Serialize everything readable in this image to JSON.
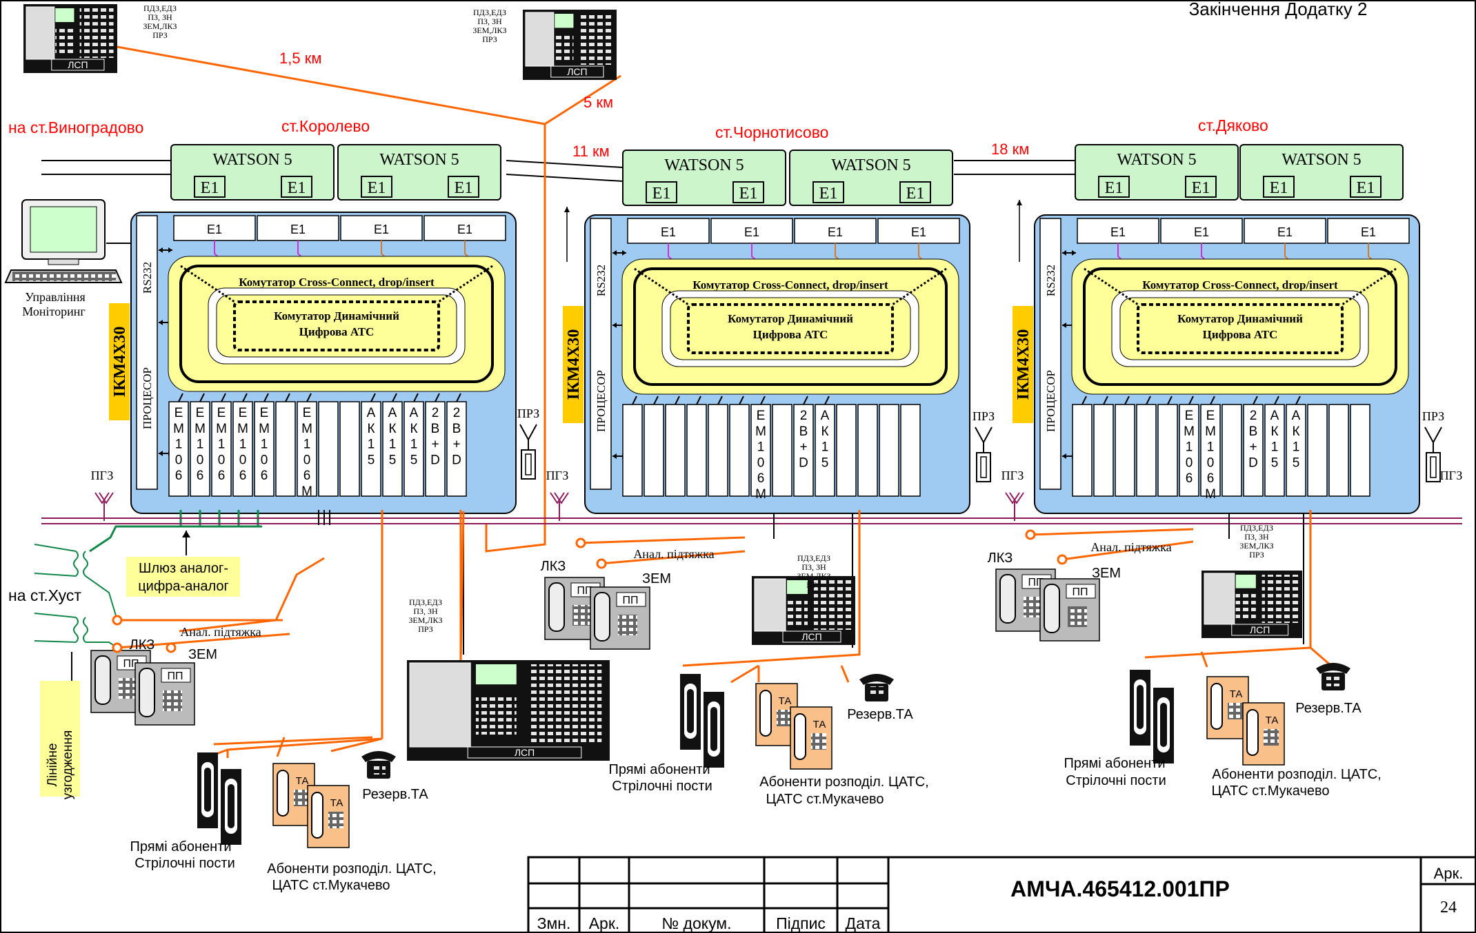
{
  "header": {
    "title": "Закінчення Додатку 2"
  },
  "stations": {
    "vynohradovo": "на ст.Виноградово",
    "korolevo": "ст.Королево",
    "chornotysovo": "ст.Чорнотисово",
    "diakovo": "ст.Дяково",
    "khust": "на ст.Хуст"
  },
  "distances": [
    "1,5 км",
    "5 км",
    "11 км",
    "18 км"
  ],
  "lsp": {
    "label": "ЛСП",
    "annotation_lines": [
      "ПДЗ,ЕДЗ",
      "ПЗ, ЗН",
      "ЗЕМ,ЛКЗ",
      "ПРЗ"
    ]
  },
  "mux": {
    "watson": "WATSON 5",
    "e1": "E1",
    "rs232": "RS232",
    "processor": "ПРОЦЕСОР",
    "ikm": "ІКМ4Х30",
    "crossconnect": "Комутатор  Cross-Connect, drop/insert",
    "dynamic_line1": "Комутатор Динамічний",
    "dynamic_line2": "Цифрова АТС",
    "prz": "ПРЗ",
    "pgz": "ПГЗ",
    "slot_em": "ЕМ106",
    "slot_emm": "ЕМ106М",
    "slot_ak": "АК15",
    "slot_bd": "2В+D"
  },
  "monitoring": {
    "line1": "Управління",
    "line2": "Моніторинг"
  },
  "gateway": {
    "line1": "Шлюз аналог-",
    "line2": "цифра-аналог"
  },
  "line_match": {
    "line1": "Лінійне",
    "line2": "узгодження"
  },
  "phones": {
    "lkz": "ЛКЗ",
    "zem": "ЗЕМ",
    "pp": "ПП",
    "ta": "ТА",
    "anal": "Анал. підтяжка",
    "reserve": "Резерв.ТА",
    "direct_line1": "Прямі абоненти",
    "direct_line2": "Стрілочні пости",
    "dist_line1": "Абоненти розподіл. ЦАТС,",
    "dist_line2": "ЦАТС ст.Мукачево"
  },
  "titleblock": {
    "doc": "АМЧА.465412.001ПР",
    "ark_label": "Арк.",
    "sheet": "24",
    "cols": [
      "Змн.",
      "Арк.",
      "№ докум.",
      "Підпис",
      "Дата"
    ]
  },
  "colors": {
    "watson_fill": "#ccf5cc",
    "mux_fill": "#9fcbf2",
    "switch_fill": "#ffff99",
    "orange_line": "#ff6600",
    "green_line": "#11884a",
    "purple_line": "#8c1a5a",
    "station_text": "#ff0000",
    "ikm_fill": "#ffcc00"
  }
}
